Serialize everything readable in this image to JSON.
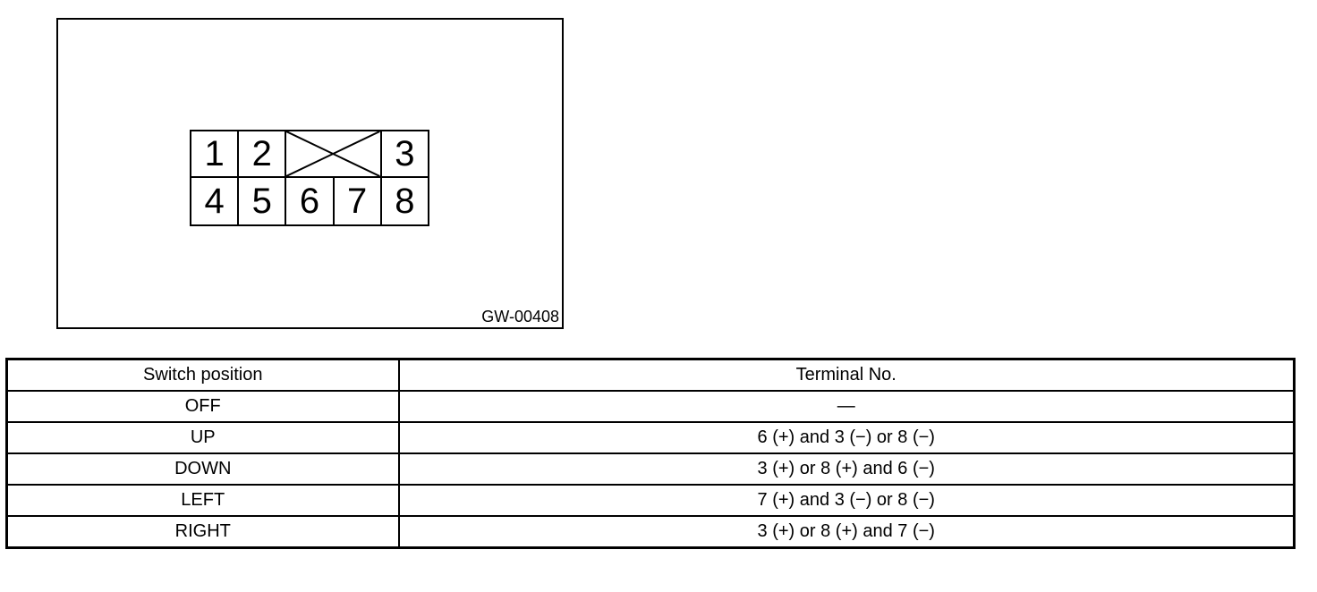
{
  "page": {
    "background": "#ffffff",
    "line_color": "#000000"
  },
  "figure": {
    "label": "GW-00408",
    "connector": {
      "top_pins": [
        "1",
        "2",
        "3"
      ],
      "bottom_pins": [
        "4",
        "5",
        "6",
        "7",
        "8"
      ],
      "blocked_cell_icon": "x-mark-icon"
    }
  },
  "table": {
    "headers": [
      "Switch position",
      "Terminal No."
    ],
    "rows": [
      {
        "position": "OFF",
        "terminals": "—"
      },
      {
        "position": "UP",
        "terminals": "6 (+) and 3 (−) or 8 (−)"
      },
      {
        "position": "DOWN",
        "terminals": "3 (+) or 8 (+) and 6 (−)"
      },
      {
        "position": "LEFT",
        "terminals": "7 (+) and 3 (−) or 8 (−)"
      },
      {
        "position": "RIGHT",
        "terminals": "3 (+) or 8 (+) and 7 (−)"
      }
    ]
  }
}
